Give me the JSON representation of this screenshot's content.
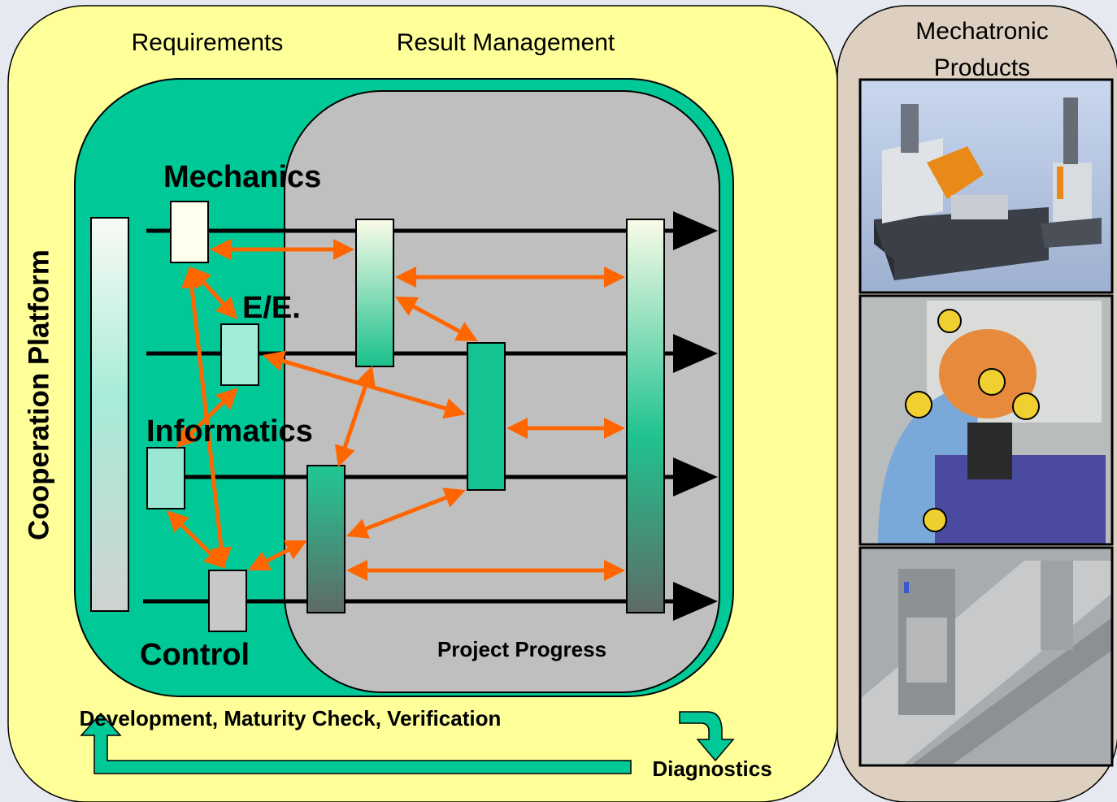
{
  "headers": {
    "requirements": "Requirements",
    "result_management": "Result Management",
    "mechatronic_products_line1": "Mechatronic",
    "mechatronic_products_line2": "Products"
  },
  "platform_label": "Cooperation Platform",
  "domains": {
    "mechanics": "Mechanics",
    "ee": "E/E.",
    "informatics": "Informatics",
    "control": "Control"
  },
  "project_progress": "Project Progress",
  "cycle": {
    "development": "Development, Maturity Check, Verification",
    "diagnostics": "Diagnostics"
  },
  "product_images": [
    {
      "name": "machine-tool-photo",
      "icon": "cnc-machine"
    },
    {
      "name": "crash-test-dummy-photo",
      "icon": "crash-test-dummy"
    },
    {
      "name": "linear-axis-cad-photo",
      "icon": "cad-model"
    }
  ],
  "colors": {
    "outer_panel": "#ffff99",
    "teal": "#00c896",
    "gray_region": "#bfbfbf",
    "arrow_orange": "#ff6600",
    "products_panel": "#ddd0c0"
  }
}
